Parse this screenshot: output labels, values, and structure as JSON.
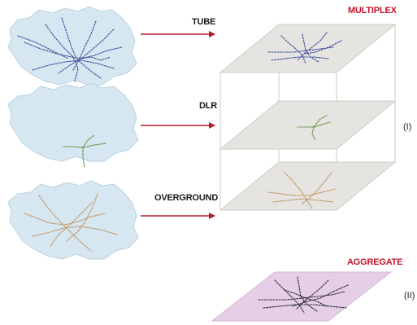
{
  "labels": {
    "tube": "TUBE",
    "dlr": "DLR",
    "overground": "OVERGROUND",
    "multiplex": "MULTIPLEX",
    "aggregate": "AGGREGATE",
    "part_one": "(I)",
    "part_two": "(II)"
  },
  "colors": {
    "map_fill": "#d6e7f1",
    "map_stroke": "#b9d2e1",
    "arrow": "#b31b2c",
    "layer_fill": "#e6e4e0",
    "layer_stroke": "#cfcbc6",
    "aggregate_fill": "#e6cfe6",
    "tube_line": "#3e4f9e",
    "dlr_line": "#5c8a3a",
    "overground_line": "#c0905a",
    "aggregate_line": "#2e2c3e"
  }
}
